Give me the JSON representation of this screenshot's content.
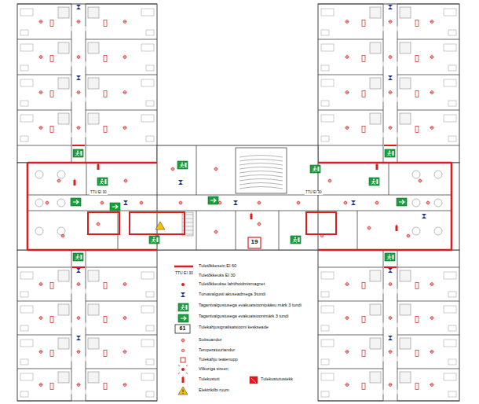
{
  "diagram": {
    "labels": [
      "TTU EI 30",
      "TTU EI 30",
      "TTU EI 30",
      "19",
      "61"
    ],
    "legend": [
      {
        "text": "Tuletõkkesein EI 60"
      },
      {
        "text": "Tuletõkkeuks EI 30"
      },
      {
        "text": "Tuletõkkeukse lahtihoidmismagnet"
      },
      {
        "text": "Turvavalgusti akuseadmega 3tundi"
      },
      {
        "text": "Tagantvalgustusega evakuatsioonipääsu märk 3 tundi"
      },
      {
        "text": "Tagantvalgustusega evakuatsioonimärk 3 tundi"
      },
      {
        "text": "Tulekahjusignalisatsiooni keskseade"
      },
      {
        "text": "Suitsuandur"
      },
      {
        "text": "Temperatuuriandur"
      },
      {
        "text": "Tulekahju teatenupp"
      },
      {
        "text": "Vilkuriga sireen"
      },
      {
        "text": "Tulekustuti"
      },
      {
        "text": "Tulekustutustekk"
      },
      {
        "text": "Elektrikilbi ruum"
      }
    ]
  }
}
